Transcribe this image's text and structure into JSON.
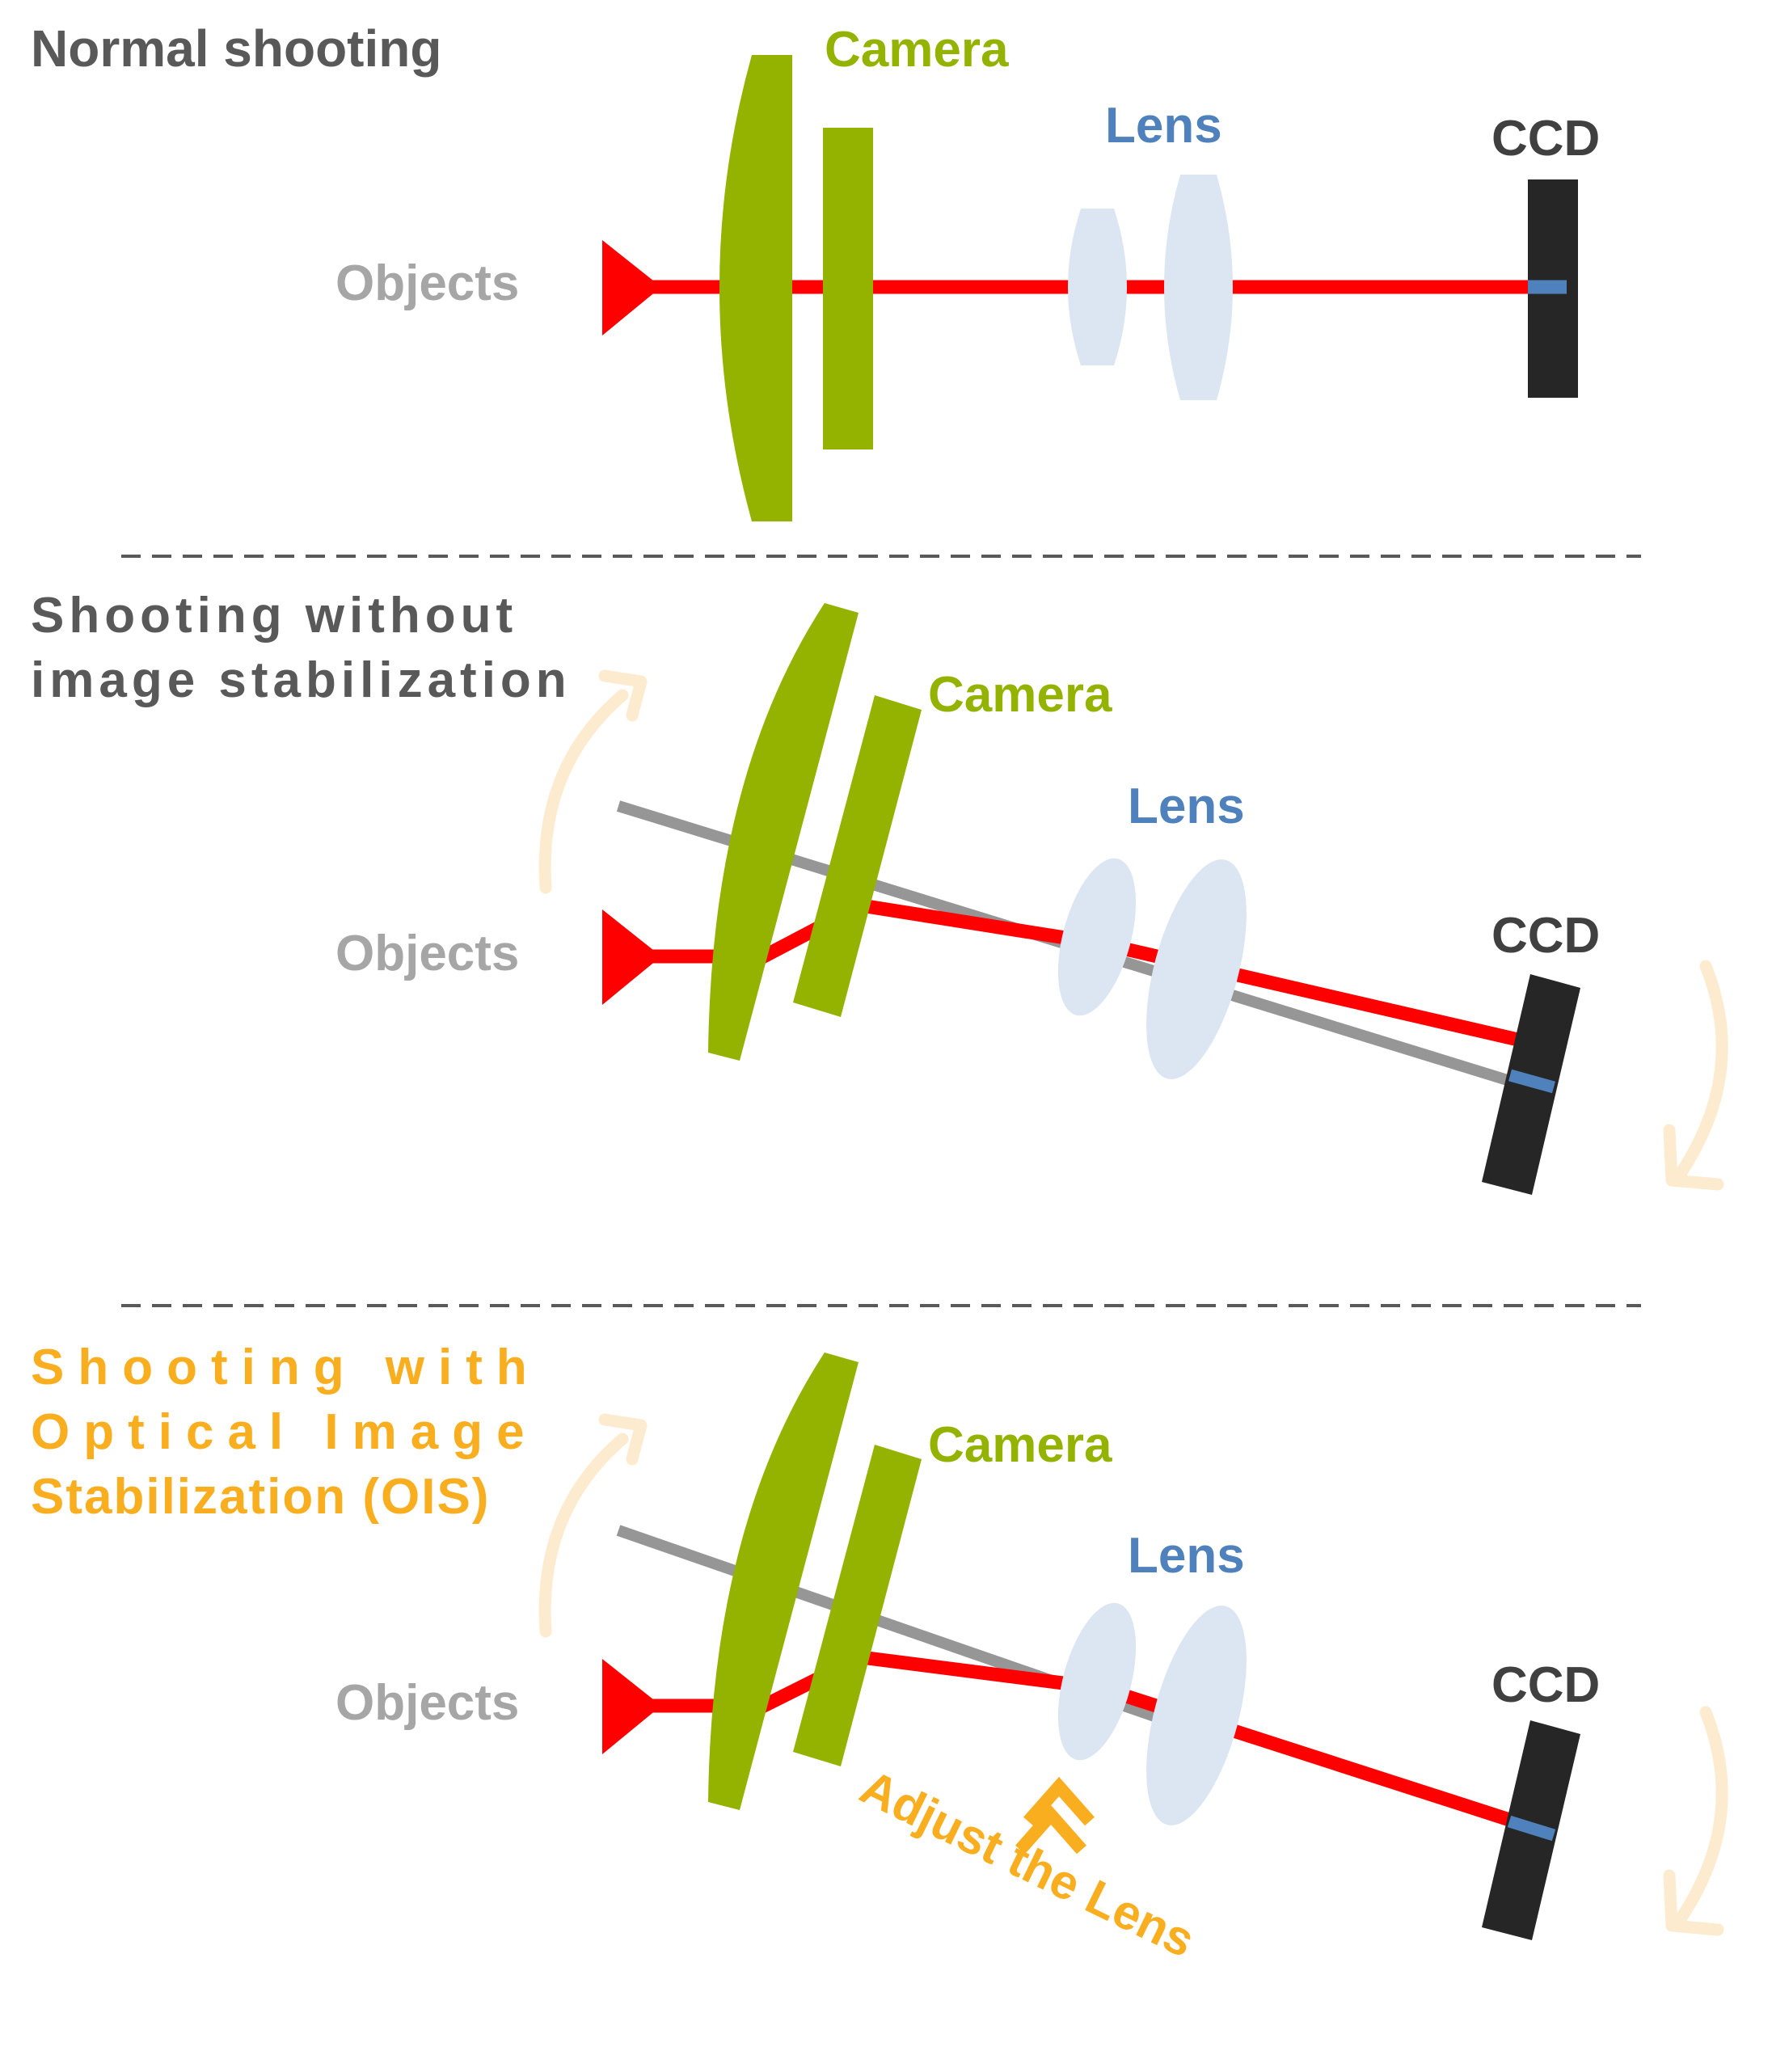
{
  "colors": {
    "camera": "#94b300",
    "lens": "#dce6f2",
    "lens_label": "#4f81bd",
    "ccd": "#262626",
    "ray": "#ff0000",
    "ray_gray": "#969696",
    "ois": "#f9ae1f",
    "arrow_light": "#fdebcf",
    "title_gray": "#595959",
    "objects_gray": "#a6a6a6"
  },
  "panel1": {
    "title": "Normal shooting",
    "camera_label": "Camera",
    "lens_label": "Lens",
    "ccd_label": "CCD",
    "objects_label": "Objects"
  },
  "panel2": {
    "title_line1": "Shooting without",
    "title_line2": "image stabilization",
    "camera_label": "Camera",
    "lens_label": "Lens",
    "ccd_label": "CCD",
    "objects_label": "Objects"
  },
  "panel3": {
    "title_line1": "Shooting with",
    "title_line2": "Optical Image",
    "title_line3": "Stabilization (OIS)",
    "camera_label": "Camera",
    "lens_label": "Lens",
    "ccd_label": "CCD",
    "objects_label": "Objects",
    "adjust_label": "Adjust the Lens"
  }
}
